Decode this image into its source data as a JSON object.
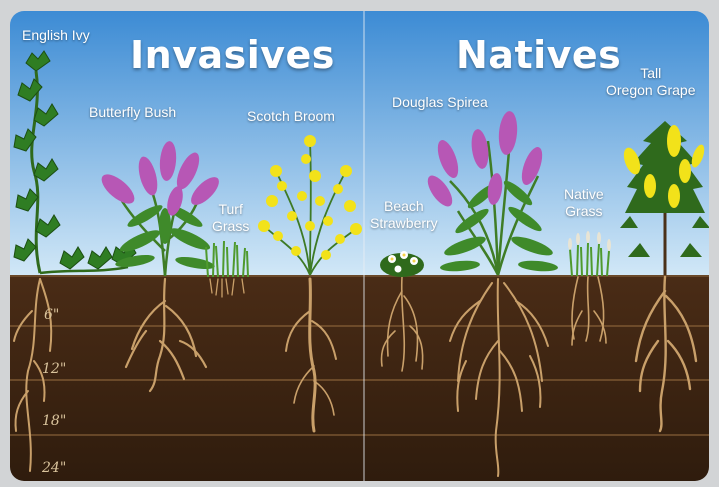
{
  "headers": {
    "invasives": "Invasives",
    "natives": "Natives"
  },
  "plants": {
    "english_ivy": "English Ivy",
    "butterfly_bush": "Butterfly Bush",
    "scotch_broom": "Scotch Broom",
    "turf_grass": "Turf\nGrass",
    "beach_strawberry": "Beach\nStrawberry",
    "douglas_spirea": "Douglas Spirea",
    "native_grass": "Native\nGrass",
    "tall_oregon_grape": "Tall\nOregon Grape"
  },
  "depth_markers": [
    "6\"",
    "12\"",
    "18\"",
    "24\""
  ],
  "colors": {
    "sky_top": "#3f8fd6",
    "sky_bottom": "#cfe6f6",
    "soil": "#3e2614",
    "root": "#c9a06a",
    "foliage": "#3f8a2a",
    "butterfly_bloom": "#b757b5",
    "broom_bloom": "#f2e21a"
  }
}
